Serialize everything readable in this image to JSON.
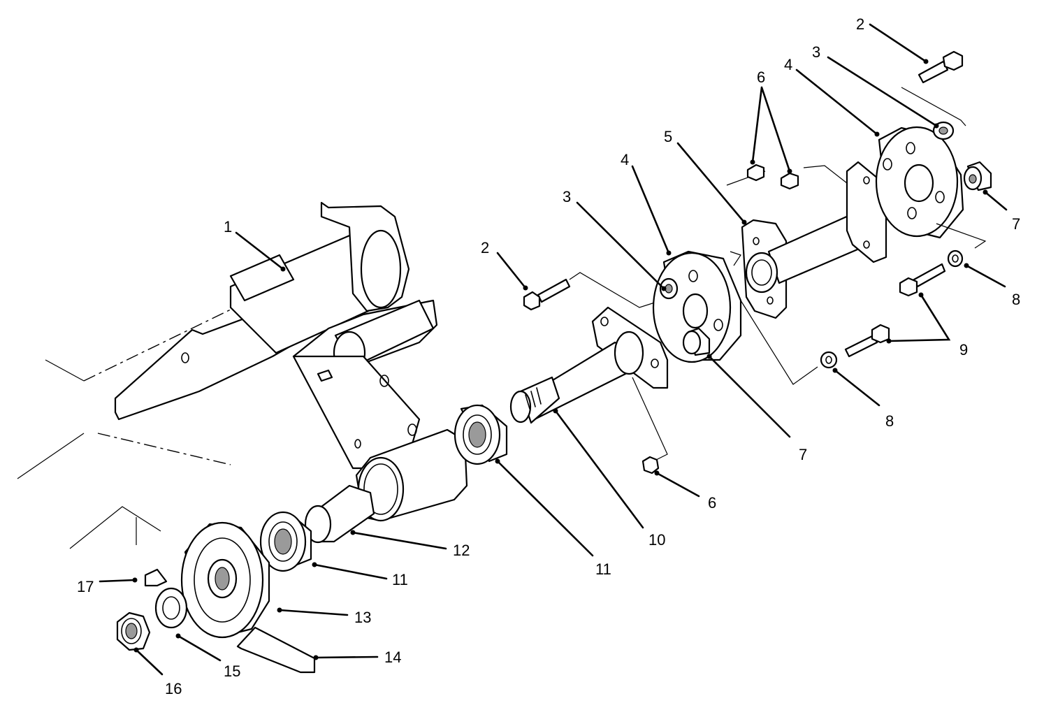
{
  "callouts": [
    {
      "id": "c1",
      "text": "1"
    },
    {
      "id": "c2a",
      "text": "2"
    },
    {
      "id": "c2b",
      "text": "2"
    },
    {
      "id": "c3a",
      "text": "3"
    },
    {
      "id": "c3b",
      "text": "3"
    },
    {
      "id": "c4a",
      "text": "4"
    },
    {
      "id": "c4b",
      "text": "4"
    },
    {
      "id": "c5",
      "text": "5"
    },
    {
      "id": "c6a",
      "text": "6"
    },
    {
      "id": "c6b",
      "text": "6"
    },
    {
      "id": "c7a",
      "text": "7"
    },
    {
      "id": "c7b",
      "text": "7"
    },
    {
      "id": "c8a",
      "text": "8"
    },
    {
      "id": "c8b",
      "text": "8"
    },
    {
      "id": "c9",
      "text": "9"
    },
    {
      "id": "c10",
      "text": "10"
    },
    {
      "id": "c11a",
      "text": "11"
    },
    {
      "id": "c11b",
      "text": "11"
    },
    {
      "id": "c12",
      "text": "12"
    },
    {
      "id": "c13",
      "text": "13"
    },
    {
      "id": "c14",
      "text": "14"
    },
    {
      "id": "c15",
      "text": "15"
    },
    {
      "id": "c16",
      "text": "16"
    },
    {
      "id": "c17",
      "text": "17"
    }
  ]
}
